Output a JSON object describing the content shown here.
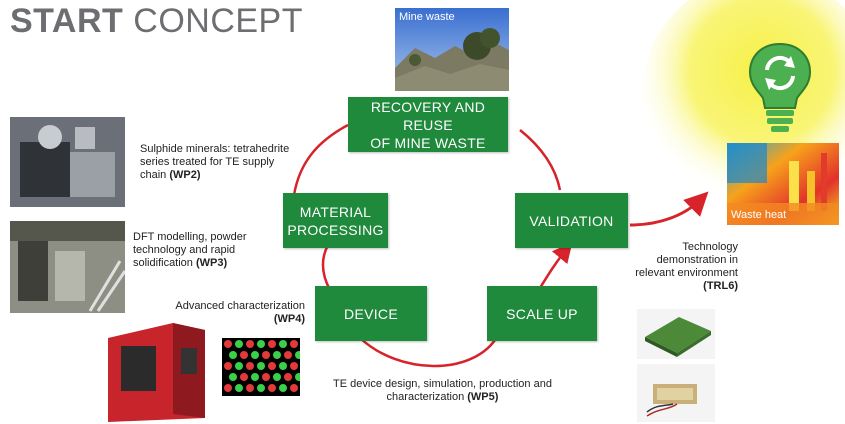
{
  "title": {
    "bold": "START",
    "light": "CONCEPT"
  },
  "boxes": {
    "recovery": "RECOVERY AND REUSE\nOF MINE WASTE",
    "material": "MATERIAL\nPROCESSING",
    "validation": "VALIDATION",
    "device": "DEVICE",
    "scaleup": "SCALE UP"
  },
  "photos": {
    "mine_waste": "Mine waste",
    "waste_heat": "Waste heat"
  },
  "notes": {
    "wp2_text": "Sulphide minerals: tetrahedrite series treated for TE supply chain",
    "wp2_tag": "(WP2)",
    "wp3_text": "DFT modelling, powder technology and rapid solidification",
    "wp3_tag": "(WP3)",
    "wp4_text": "Advanced characterization",
    "wp4_tag": "(WP4)",
    "wp5_text": "TE device design, simulation, production and characterization",
    "wp5_tag": "(WP5)",
    "trl_text": "Technology demonstration in relevant environment",
    "trl_tag": "(TRL6)"
  },
  "colors": {
    "box_green": "#1f8a3c",
    "arrow_red": "#d7232a",
    "bulb_green": "#4caf50",
    "glow_yellow": "#f6f046"
  },
  "icons": [
    "lightbulb-recycle-icon"
  ]
}
